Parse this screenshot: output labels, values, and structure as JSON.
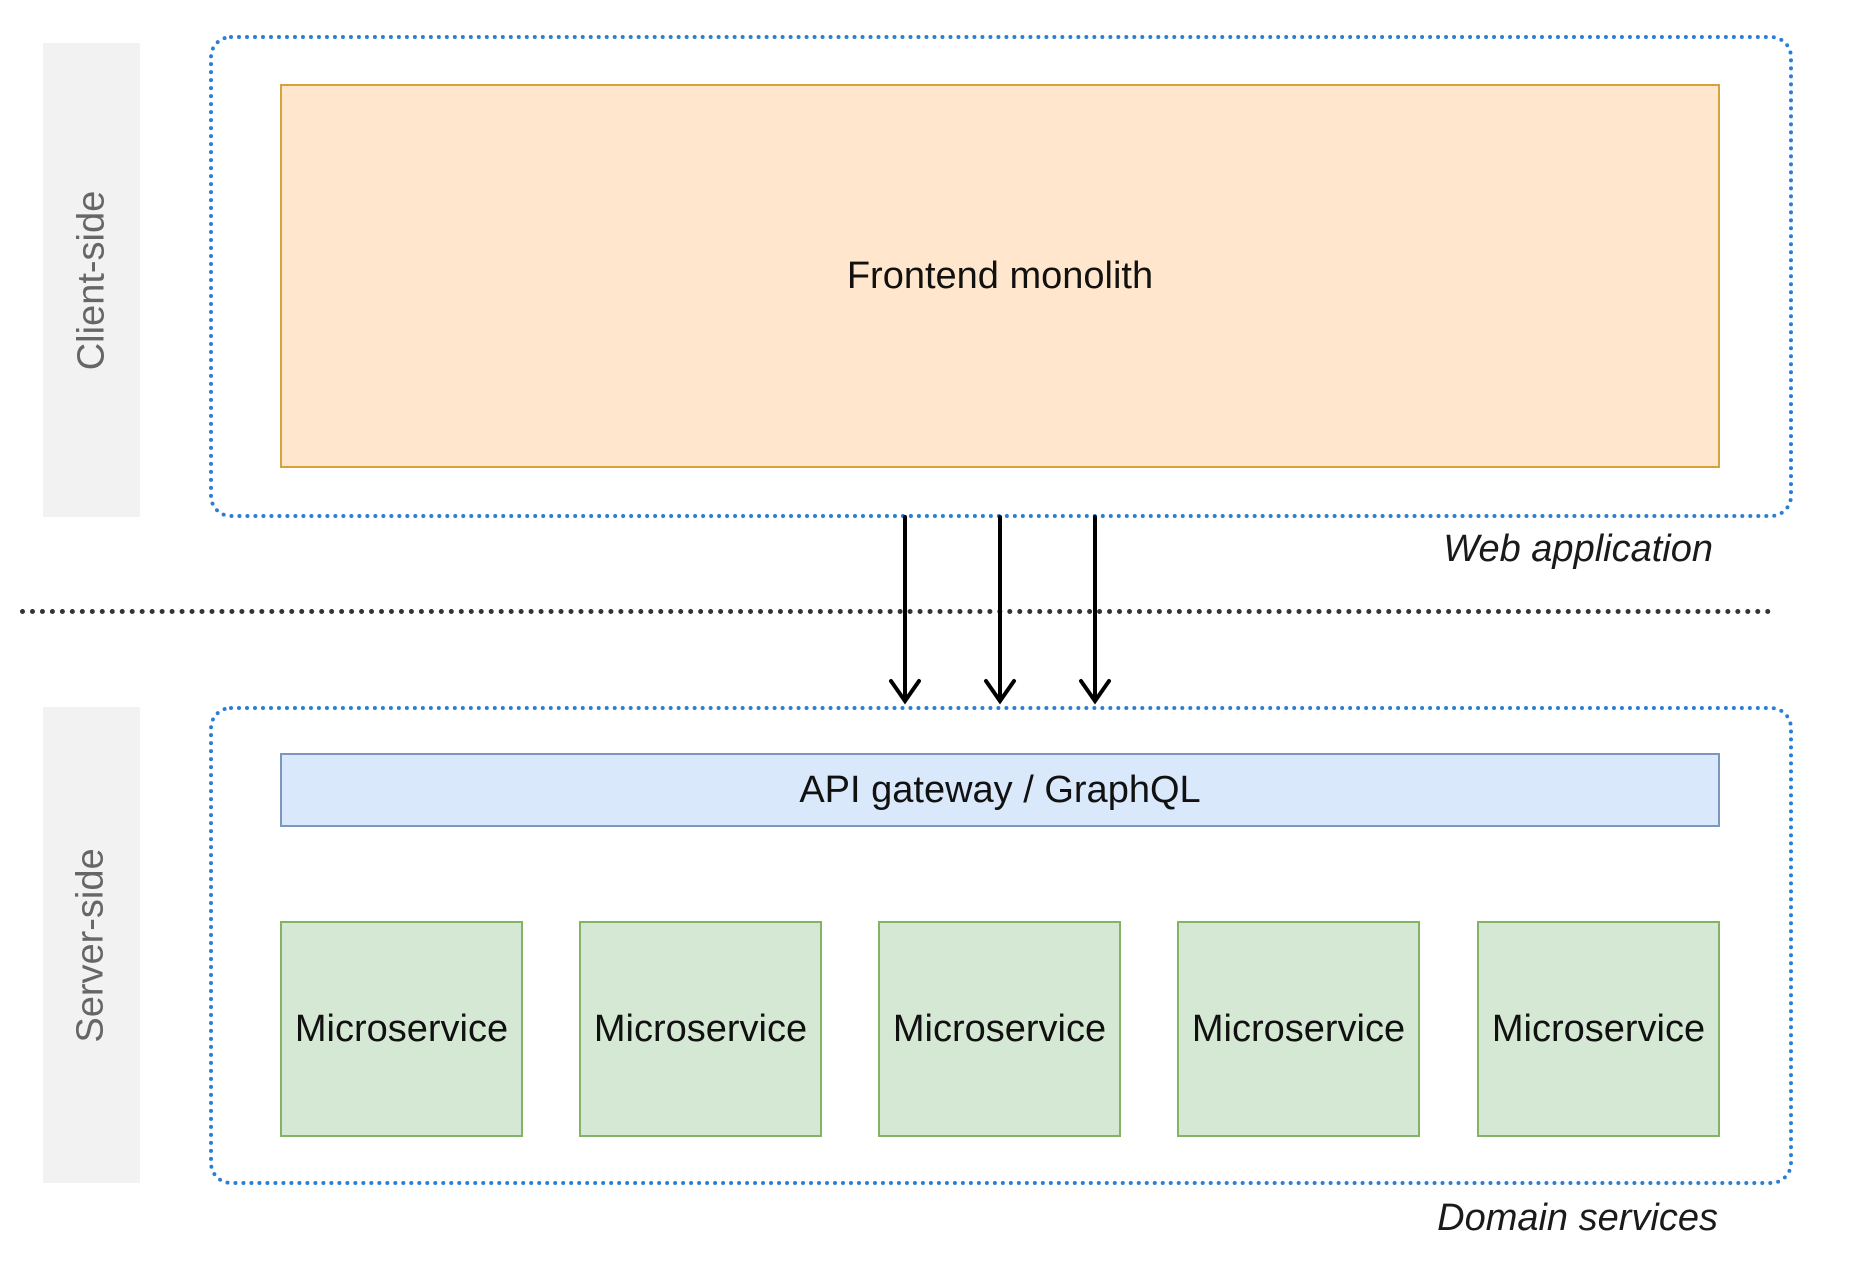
{
  "lanes": {
    "client": "Client-side",
    "server": "Server-side"
  },
  "groups": {
    "web": {
      "caption": "Web application"
    },
    "domain": {
      "caption": "Domain services"
    }
  },
  "frontend": {
    "label": "Frontend monolith"
  },
  "gateway": {
    "label": "API gateway / GraphQL"
  },
  "microservices": [
    {
      "label": "Microservice"
    },
    {
      "label": "Microservice"
    },
    {
      "label": "Microservice"
    },
    {
      "label": "Microservice"
    },
    {
      "label": "Microservice"
    }
  ],
  "colors": {
    "frontend_fill": "#ffe6cc",
    "frontend_border": "#d6a23b",
    "gateway_fill": "#dae8fc",
    "gateway_border": "#7d96bd",
    "microservice_fill": "#d5e8d4",
    "microservice_border": "#82b366",
    "group_border": "#2a7fd4",
    "lane_fill": "#f2f2f2"
  }
}
